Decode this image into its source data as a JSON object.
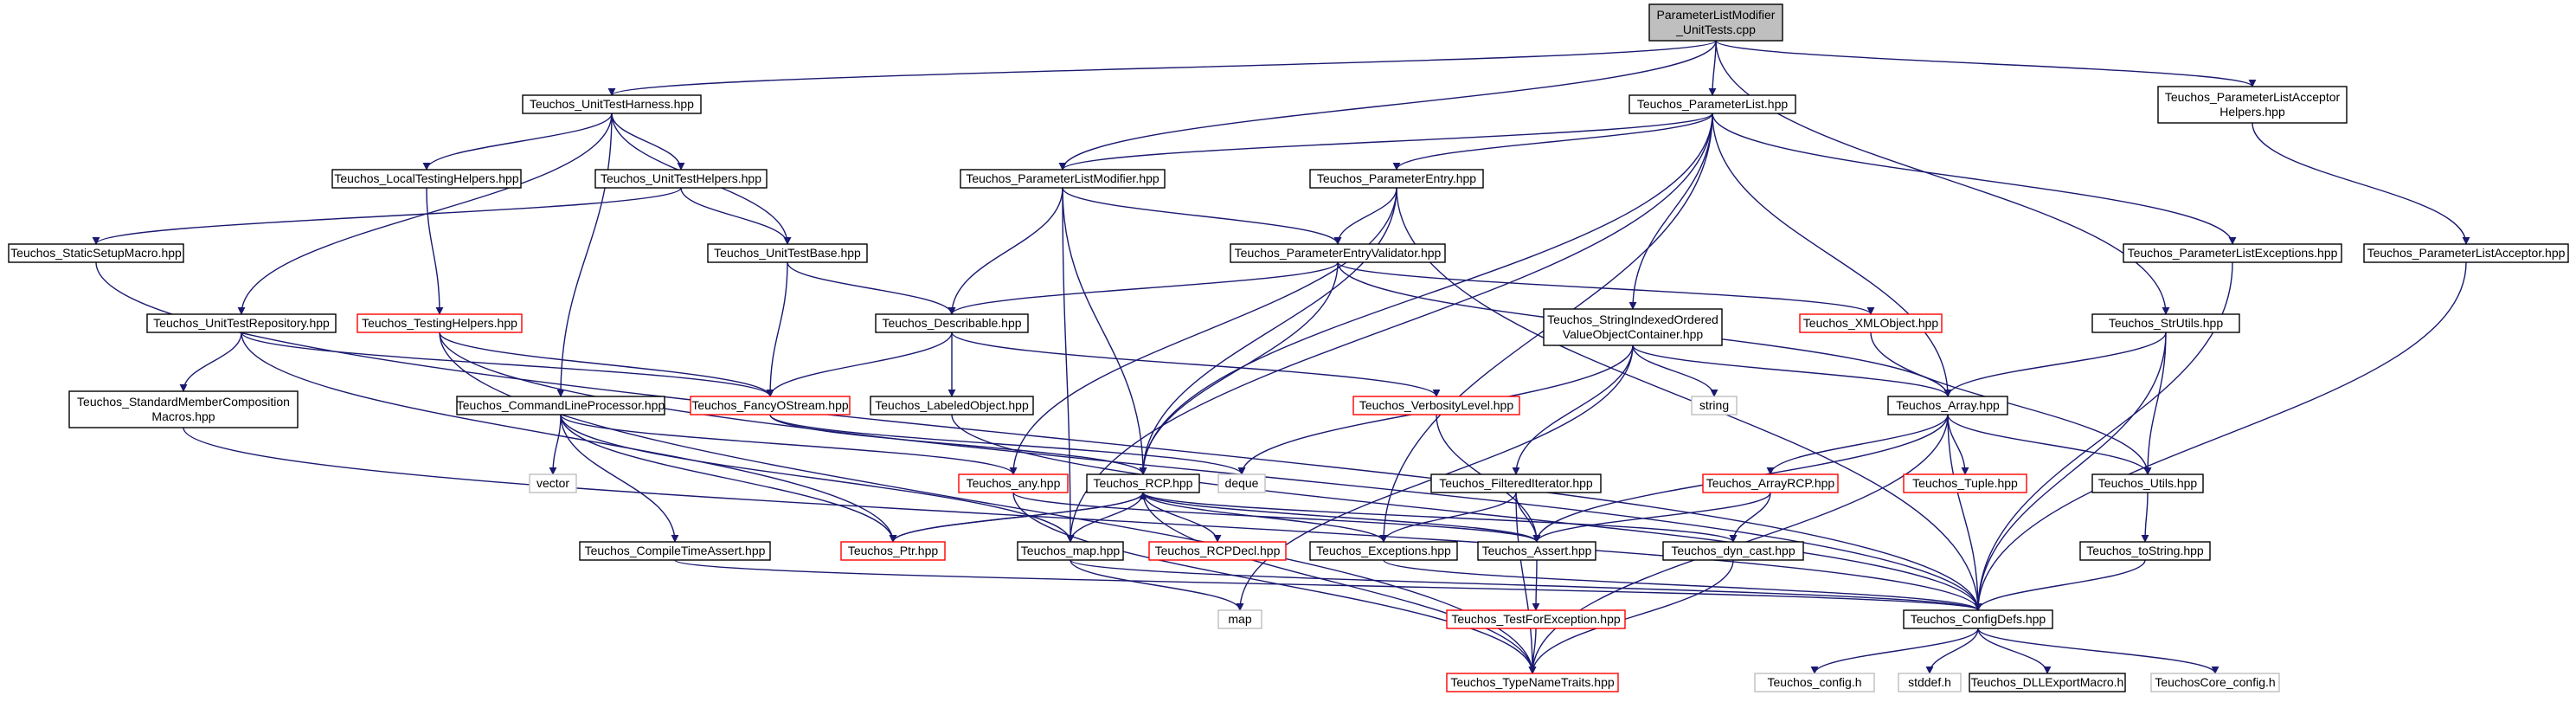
{
  "colors": {
    "edge": "#191970",
    "border_normal": "#000000",
    "border_truncated": "#ff0000",
    "border_system": "#bfbfbf",
    "fill_normal": "#ffffff",
    "fill_root": "#bfbfbf",
    "text": "#000000"
  },
  "nodes": [
    {
      "id": "root",
      "lines": [
        "ParameterListModifier",
        "_UnitTests.cpp"
      ],
      "kind": "root"
    },
    {
      "id": "harness",
      "lines": [
        "Teuchos_UnitTestHarness.hpp"
      ],
      "kind": "normal"
    },
    {
      "id": "plist",
      "lines": [
        "Teuchos_ParameterList.hpp"
      ],
      "kind": "normal"
    },
    {
      "id": "placchelp",
      "lines": [
        "Teuchos_ParameterListAcceptor",
        "Helpers.hpp"
      ],
      "kind": "normal"
    },
    {
      "id": "localtest",
      "lines": [
        "Teuchos_LocalTestingHelpers.hpp"
      ],
      "kind": "normal"
    },
    {
      "id": "uthelpers",
      "lines": [
        "Teuchos_UnitTestHelpers.hpp"
      ],
      "kind": "normal"
    },
    {
      "id": "plmod",
      "lines": [
        "Teuchos_ParameterListModifier.hpp"
      ],
      "kind": "normal"
    },
    {
      "id": "pentry",
      "lines": [
        "Teuchos_ParameterEntry.hpp"
      ],
      "kind": "normal"
    },
    {
      "id": "static",
      "lines": [
        "Teuchos_StaticSetupMacro.hpp"
      ],
      "kind": "normal"
    },
    {
      "id": "utbase",
      "lines": [
        "Teuchos_UnitTestBase.hpp"
      ],
      "kind": "normal"
    },
    {
      "id": "pevalid",
      "lines": [
        "Teuchos_ParameterEntryValidator.hpp"
      ],
      "kind": "normal"
    },
    {
      "id": "plexc",
      "lines": [
        "Teuchos_ParameterListExceptions.hpp"
      ],
      "kind": "normal"
    },
    {
      "id": "placc",
      "lines": [
        "Teuchos_ParameterListAcceptor.hpp"
      ],
      "kind": "normal"
    },
    {
      "id": "utrepo",
      "lines": [
        "Teuchos_UnitTestRepository.hpp"
      ],
      "kind": "normal"
    },
    {
      "id": "testhelp",
      "lines": [
        "Teuchos_TestingHelpers.hpp"
      ],
      "kind": "truncated"
    },
    {
      "id": "describ",
      "lines": [
        "Teuchos_Describable.hpp"
      ],
      "kind": "normal"
    },
    {
      "id": "sioc",
      "lines": [
        "Teuchos_StringIndexedOrdered",
        "ValueObjectContainer.hpp"
      ],
      "kind": "normal"
    },
    {
      "id": "xml",
      "lines": [
        "Teuchos_XMLObject.hpp"
      ],
      "kind": "truncated"
    },
    {
      "id": "strutils",
      "lines": [
        "Teuchos_StrUtils.hpp"
      ],
      "kind": "normal"
    },
    {
      "id": "stdmem",
      "lines": [
        "Teuchos_StandardMemberComposition",
        "Macros.hpp"
      ],
      "kind": "normal"
    },
    {
      "id": "clp",
      "lines": [
        "Teuchos_CommandLineProcessor.hpp"
      ],
      "kind": "normal"
    },
    {
      "id": "fancy",
      "lines": [
        "Teuchos_FancyOStream.hpp"
      ],
      "kind": "truncated"
    },
    {
      "id": "labeled",
      "lines": [
        "Teuchos_LabeledObject.hpp"
      ],
      "kind": "normal"
    },
    {
      "id": "verb",
      "lines": [
        "Teuchos_VerbosityLevel.hpp"
      ],
      "kind": "truncated"
    },
    {
      "id": "string",
      "lines": [
        "string"
      ],
      "kind": "system"
    },
    {
      "id": "array",
      "lines": [
        "Teuchos_Array.hpp"
      ],
      "kind": "normal"
    },
    {
      "id": "vector",
      "lines": [
        "vector"
      ],
      "kind": "system"
    },
    {
      "id": "any",
      "lines": [
        "Teuchos_any.hpp"
      ],
      "kind": "truncated"
    },
    {
      "id": "rcp",
      "lines": [
        "Teuchos_RCP.hpp"
      ],
      "kind": "normal"
    },
    {
      "id": "deque",
      "lines": [
        "deque"
      ],
      "kind": "system"
    },
    {
      "id": "filtiter",
      "lines": [
        "Teuchos_FilteredIterator.hpp"
      ],
      "kind": "normal"
    },
    {
      "id": "arrayrcp",
      "lines": [
        "Teuchos_ArrayRCP.hpp"
      ],
      "kind": "truncated"
    },
    {
      "id": "tuple",
      "lines": [
        "Teuchos_Tuple.hpp"
      ],
      "kind": "truncated"
    },
    {
      "id": "utils",
      "lines": [
        "Teuchos_Utils.hpp"
      ],
      "kind": "normal"
    },
    {
      "id": "ctassert",
      "lines": [
        "Teuchos_CompileTimeAssert.hpp"
      ],
      "kind": "normal"
    },
    {
      "id": "ptr",
      "lines": [
        "Teuchos_Ptr.hpp"
      ],
      "kind": "truncated"
    },
    {
      "id": "map_hpp",
      "lines": [
        "Teuchos_map.hpp"
      ],
      "kind": "normal"
    },
    {
      "id": "rcpdecl",
      "lines": [
        "Teuchos_RCPDecl.hpp"
      ],
      "kind": "truncated"
    },
    {
      "id": "exc",
      "lines": [
        "Teuchos_Exceptions.hpp"
      ],
      "kind": "normal"
    },
    {
      "id": "assert",
      "lines": [
        "Teuchos_Assert.hpp"
      ],
      "kind": "normal"
    },
    {
      "id": "dyncast",
      "lines": [
        "Teuchos_dyn_cast.hpp"
      ],
      "kind": "normal"
    },
    {
      "id": "tostring",
      "lines": [
        "Teuchos_toString.hpp"
      ],
      "kind": "normal"
    },
    {
      "id": "map",
      "lines": [
        "map"
      ],
      "kind": "system"
    },
    {
      "id": "testexc",
      "lines": [
        "Teuchos_TestForException.hpp"
      ],
      "kind": "truncated"
    },
    {
      "id": "config",
      "lines": [
        "Teuchos_ConfigDefs.hpp"
      ],
      "kind": "normal"
    },
    {
      "id": "tnt",
      "lines": [
        "Teuchos_TypeNameTraits.hpp"
      ],
      "kind": "truncated"
    },
    {
      "id": "configh",
      "lines": [
        "Teuchos_config.h"
      ],
      "kind": "system"
    },
    {
      "id": "stddef",
      "lines": [
        "stddef.h"
      ],
      "kind": "system"
    },
    {
      "id": "dllexp",
      "lines": [
        "Teuchos_DLLExportMacro.h"
      ],
      "kind": "normal"
    },
    {
      "id": "corecfg",
      "lines": [
        "TeuchosCore_config.h"
      ],
      "kind": "system"
    }
  ],
  "edges": [
    [
      "root",
      "harness"
    ],
    [
      "root",
      "plist"
    ],
    [
      "root",
      "placchelp"
    ],
    [
      "root",
      "plmod"
    ],
    [
      "root",
      "strutils"
    ],
    [
      "harness",
      "localtest"
    ],
    [
      "harness",
      "uthelpers"
    ],
    [
      "harness",
      "utbase"
    ],
    [
      "harness",
      "utrepo"
    ],
    [
      "harness",
      "clp"
    ],
    [
      "localtest",
      "testhelp"
    ],
    [
      "uthelpers",
      "static"
    ],
    [
      "uthelpers",
      "utbase"
    ],
    [
      "static",
      "config"
    ],
    [
      "utbase",
      "describ"
    ],
    [
      "utbase",
      "fancy"
    ],
    [
      "utrepo",
      "stdmem"
    ],
    [
      "utrepo",
      "fancy"
    ],
    [
      "utrepo",
      "ptr"
    ],
    [
      "stdmem",
      "config"
    ],
    [
      "testhelp",
      "fancy"
    ],
    [
      "testhelp",
      "config"
    ],
    [
      "testhelp",
      "tnt"
    ],
    [
      "clp",
      "vector"
    ],
    [
      "clp",
      "ctassert"
    ],
    [
      "clp",
      "ptr"
    ],
    [
      "clp",
      "map_hpp"
    ],
    [
      "clp",
      "any"
    ],
    [
      "ctassert",
      "config"
    ],
    [
      "plist",
      "plmod"
    ],
    [
      "plist",
      "pentry"
    ],
    [
      "plist",
      "sioc"
    ],
    [
      "plist",
      "plexc"
    ],
    [
      "plist",
      "array"
    ],
    [
      "plist",
      "rcp"
    ],
    [
      "plist",
      "map_hpp"
    ],
    [
      "plist",
      "exc"
    ],
    [
      "plmod",
      "describ"
    ],
    [
      "plmod",
      "pevalid"
    ],
    [
      "plmod",
      "rcp"
    ],
    [
      "plmod",
      "map_hpp"
    ],
    [
      "pentry",
      "pevalid"
    ],
    [
      "pentry",
      "any"
    ],
    [
      "pentry",
      "rcp"
    ],
    [
      "pentry",
      "config"
    ],
    [
      "pevalid",
      "describ"
    ],
    [
      "pevalid",
      "xml"
    ],
    [
      "pevalid",
      "rcp"
    ],
    [
      "pevalid",
      "array"
    ],
    [
      "describ",
      "fancy"
    ],
    [
      "describ",
      "labeled"
    ],
    [
      "describ",
      "verb"
    ],
    [
      "fancy",
      "rcp"
    ],
    [
      "fancy",
      "deque"
    ],
    [
      "labeled",
      "config"
    ],
    [
      "verb",
      "assert"
    ],
    [
      "sioc",
      "string"
    ],
    [
      "sioc",
      "array"
    ],
    [
      "sioc",
      "filtiter"
    ],
    [
      "sioc",
      "deque"
    ],
    [
      "sioc",
      "map"
    ],
    [
      "xml",
      "utils"
    ],
    [
      "strutils",
      "array"
    ],
    [
      "strutils",
      "utils"
    ],
    [
      "strutils",
      "config"
    ],
    [
      "placchelp",
      "placc"
    ],
    [
      "placc",
      "config"
    ],
    [
      "plexc",
      "config"
    ],
    [
      "array",
      "arrayrcp"
    ],
    [
      "array",
      "tuple"
    ],
    [
      "array",
      "utils"
    ],
    [
      "array",
      "assert"
    ],
    [
      "array",
      "config"
    ],
    [
      "array",
      "tnt"
    ],
    [
      "arrayrcp",
      "assert"
    ],
    [
      "arrayrcp",
      "dyncast"
    ],
    [
      "filtiter",
      "assert"
    ],
    [
      "filtiter",
      "exc"
    ],
    [
      "filtiter",
      "tnt"
    ],
    [
      "any",
      "assert"
    ],
    [
      "any",
      "tnt"
    ],
    [
      "rcp",
      "rcpdecl"
    ],
    [
      "rcp",
      "ptr"
    ],
    [
      "rcp",
      "map_hpp"
    ],
    [
      "rcp",
      "assert"
    ],
    [
      "rcp",
      "exc"
    ],
    [
      "rcp",
      "dyncast"
    ],
    [
      "rcp",
      "tnt"
    ],
    [
      "ptr",
      "rcp"
    ],
    [
      "map_hpp",
      "map"
    ],
    [
      "map_hpp",
      "config"
    ],
    [
      "exc",
      "config"
    ],
    [
      "assert",
      "testexc"
    ],
    [
      "dyncast",
      "tnt"
    ],
    [
      "utils",
      "tostring"
    ],
    [
      "tostring",
      "config"
    ],
    [
      "testexc",
      "tnt"
    ],
    [
      "config",
      "configh"
    ],
    [
      "config",
      "stddef"
    ],
    [
      "config",
      "dllexp"
    ],
    [
      "config",
      "corecfg"
    ]
  ]
}
